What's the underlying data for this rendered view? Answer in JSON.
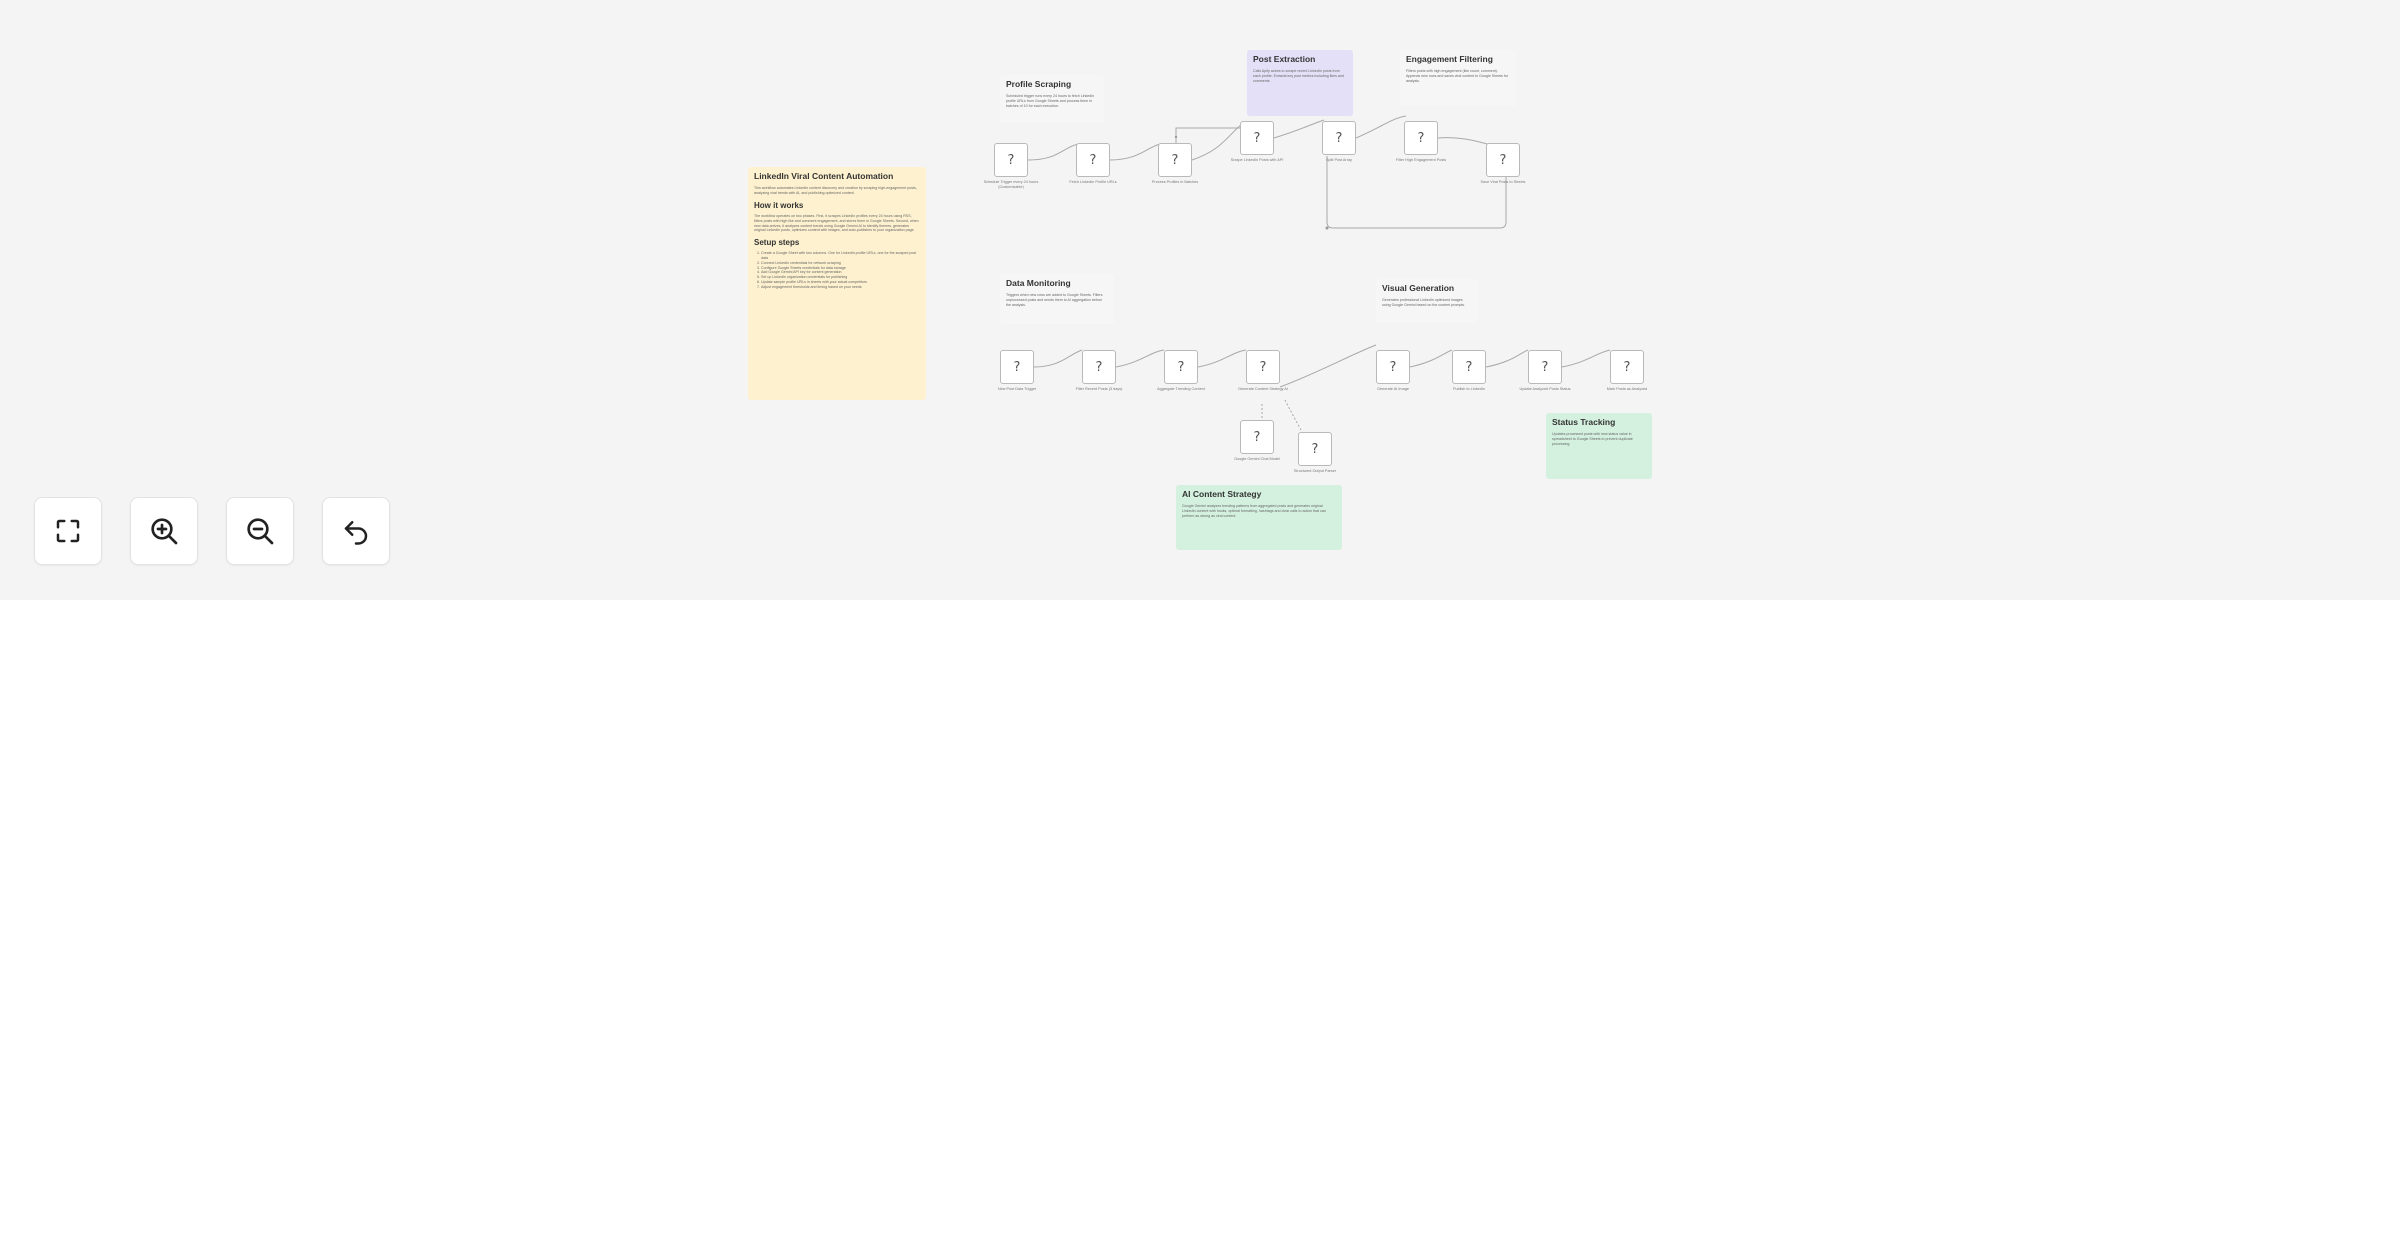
{
  "canvas": {
    "stickies": [
      {
        "id": "main",
        "title": "LinkedIn Viral Content Automation",
        "color": "yellow",
        "intro": "This workflow automates LinkedIn content discovery and creation by scraping high-engagement posts, analyzing viral trends with AI, and publishing optimized content.",
        "section1_title": "How it works",
        "section1_body": "The workflow operates on two phases. First, it scrapes LinkedIn profiles every 24 hours using RSS, filters posts with high like and comment engagement, and stores them in Google Sheets. Second, when new data arrives, it analyzes content trends using Google Gemini AI to identify themes, generates original LinkedIn posts, optimizes content with images, and auto-publishes to your organization page.",
        "section2_title": "Setup steps",
        "steps": [
          "Create a Google Sheet with two columns. One for LinkedIn profile URLs, one for the scraped post data",
          "Connect LinkedIn credentials for network scraping",
          "Configure Google Sheets credentials for data storage",
          "Add Google Gemini API key for content generation",
          "Set up LinkedIn organization credentials for publishing",
          "Update sample profile URLs in sheets with your actual competitors",
          "Adjust engagement thresholds and timing based on your needs"
        ]
      },
      {
        "id": "profile",
        "title": "Profile Scraping",
        "color": "plain",
        "body": "Scheduled trigger runs every 24 hours to fetch LinkedIn profile URLs from Google Sheets and process them in batches of 10 for each execution."
      },
      {
        "id": "post",
        "title": "Post Extraction",
        "color": "purple",
        "body": "Calls Apify actors to scrape recent LinkedIn posts from each profile. Extracts key post metrics including likes and comments."
      },
      {
        "id": "engagement",
        "title": "Engagement Filtering",
        "color": "plain",
        "body": "Filters posts with high engagement (like count, comment). Appends new rows and saves viral content to Google Sheets for analysis."
      },
      {
        "id": "data",
        "title": "Data Monitoring",
        "color": "plain",
        "body": "Triggers when new rows are added to Google Sheets. Filters unprocessed posts and sends them to AI aggregation before the analysis."
      },
      {
        "id": "visual",
        "title": "Visual Generation",
        "color": "plain",
        "body": "Generates professional LinkedIn optimized images using Google Gemini based on the content prompts."
      },
      {
        "id": "status",
        "title": "Status Tracking",
        "color": "green",
        "body": "Updates processed posts with new status value in spreadsheet to Google Sheets to prevent duplicate processing."
      },
      {
        "id": "ai",
        "title": "AI Content Strategy",
        "color": "green",
        "body": "Google Gemini analyzes trending patterns from aggregated posts and generates original LinkedIn content with hooks, optimal formatting, hashtags and clear calls to action that can perform as strong as viral content."
      }
    ],
    "nodes": [
      {
        "id": "n1",
        "icon": "question-icon",
        "glyph": "?",
        "label": "Schedule Trigger every 24 hours (Customizable)"
      },
      {
        "id": "n2",
        "icon": "question-icon",
        "glyph": "?",
        "label": "Fetch LinkedIn Profile URLs"
      },
      {
        "id": "n3",
        "icon": "question-icon",
        "glyph": "?",
        "label": "Process Profiles in Batches"
      },
      {
        "id": "n4",
        "icon": "question-icon",
        "glyph": "?",
        "label": "Scrape LinkedIn Posts with API"
      },
      {
        "id": "n5",
        "icon": "question-icon",
        "glyph": "?",
        "label": "Split Post Array"
      },
      {
        "id": "n6",
        "icon": "question-icon",
        "glyph": "?",
        "label": "Filter High Engagement Posts"
      },
      {
        "id": "n7",
        "icon": "question-icon",
        "glyph": "?",
        "label": "Save Viral Posts to Sheets"
      },
      {
        "id": "n8",
        "icon": "question-icon",
        "glyph": "?",
        "label": "New Post Data Trigger"
      },
      {
        "id": "n9",
        "icon": "question-icon",
        "glyph": "?",
        "label": "Filter Recent Posts (3 days)"
      },
      {
        "id": "n10",
        "icon": "question-icon",
        "glyph": "?",
        "label": "Aggregate Trending Content"
      },
      {
        "id": "n11",
        "icon": "question-icon",
        "glyph": "?",
        "label": "Generate Content Strategy AI"
      },
      {
        "id": "n12",
        "icon": "question-icon",
        "glyph": "?",
        "label": "Generate AI Image"
      },
      {
        "id": "n13",
        "icon": "question-icon",
        "glyph": "?",
        "label": "Publish to LinkedIn"
      },
      {
        "id": "n14",
        "icon": "question-icon",
        "glyph": "?",
        "label": "Update Analyzed Posts Status"
      },
      {
        "id": "n15",
        "icon": "question-icon",
        "glyph": "?",
        "label": "Mark Posts as Analyzed"
      },
      {
        "id": "n16",
        "icon": "question-icon",
        "glyph": "?",
        "label": "Google Gemini Chat Model"
      },
      {
        "id": "n17",
        "icon": "question-icon",
        "glyph": "?",
        "label": "Structured Output Parser"
      }
    ]
  },
  "controls": [
    {
      "id": "fit",
      "icon": "fit-view-icon",
      "title": "Fit view"
    },
    {
      "id": "zoom-in",
      "icon": "zoom-in-icon",
      "title": "Zoom in"
    },
    {
      "id": "zoom-out",
      "icon": "zoom-out-icon",
      "title": "Zoom out"
    },
    {
      "id": "reset",
      "icon": "undo-icon",
      "title": "Reset zoom"
    }
  ]
}
